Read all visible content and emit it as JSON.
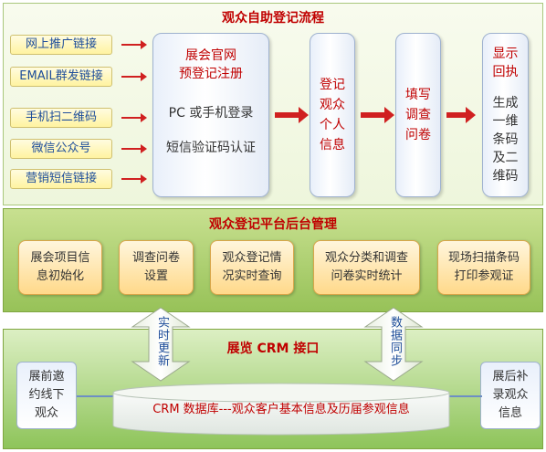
{
  "top": {
    "title": "观众自助登记流程",
    "sources": [
      "网上推广链接",
      "EMAIL群发链接",
      "手机扫二维码",
      "微信公众号",
      "营销短信链接"
    ],
    "register": {
      "heading_line1": "展会官网",
      "heading_line2": "预登记注册",
      "login": "PC 或手机登录",
      "sms": "短信验证码认证"
    },
    "steps": [
      "登记观众个人信息",
      "填写调查问卷"
    ],
    "result": {
      "title": "显示回执",
      "text": "生成一维条码及二维码"
    }
  },
  "middle": {
    "title": "观众登记平台后台管理",
    "modules": [
      [
        "展会项目信",
        "息初始化"
      ],
      [
        "调查问卷",
        "设置"
      ],
      [
        "观众登记情",
        "况实时查询"
      ],
      [
        "观众分类和调查",
        "问卷实时统计"
      ],
      [
        "现场扫描条码",
        "打印参观证"
      ]
    ]
  },
  "sync": {
    "left": "实时更新",
    "right": "数据同步"
  },
  "bottom": {
    "title": "展览 CRM 接口",
    "left_box": [
      "展前邀",
      "约线下",
      "观众"
    ],
    "right_box": [
      "展后补",
      "录观众",
      "信息"
    ],
    "db_label": "CRM 数据库---观众客户基本信息及历届参观信息"
  },
  "colors": {
    "title_red": "#c00000",
    "arrow_red": "#d02020",
    "source_text_blue": "#1f4e9a",
    "module_fill": "#ffd98a",
    "panel_green": "#97c258"
  }
}
